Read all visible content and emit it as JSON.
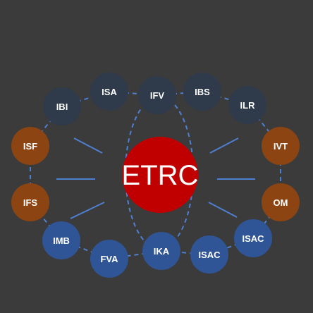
{
  "center": {
    "label": "ETRC",
    "color": "#c00000"
  },
  "colors": {
    "background": "#3b3b3b",
    "connector": "#4f7fd0",
    "dark_node": "#2f3a4b",
    "brown_node": "#8b4412",
    "blue_node": "#2f5597"
  },
  "nodes": [
    {
      "label": "IBI",
      "style": "dark"
    },
    {
      "label": "ISA",
      "style": "dark"
    },
    {
      "label": "IFV",
      "style": "dark"
    },
    {
      "label": "IBS",
      "style": "dark"
    },
    {
      "label": "ILR",
      "style": "dark"
    },
    {
      "label": "IVT",
      "style": "brown"
    },
    {
      "label": "OM",
      "style": "brown"
    },
    {
      "label": "ISAC",
      "style": "blue"
    },
    {
      "label": "ISAC",
      "style": "blue"
    },
    {
      "label": "IKA",
      "style": "blue"
    },
    {
      "label": "FVA",
      "style": "blue"
    },
    {
      "label": "IMB",
      "style": "blue"
    },
    {
      "label": "IFS",
      "style": "brown"
    },
    {
      "label": "ISF",
      "style": "brown"
    }
  ]
}
